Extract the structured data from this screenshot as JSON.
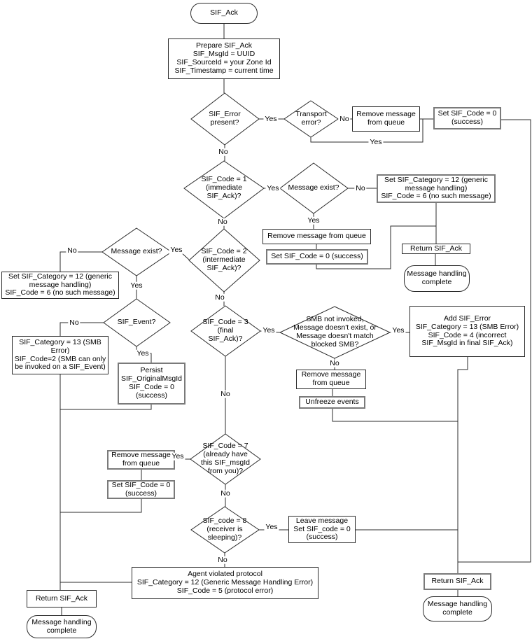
{
  "labels": {
    "yes": "Yes",
    "no": "No"
  },
  "nodes": {
    "start": {
      "label": "SIF_Ack"
    },
    "prepare": {
      "label": "Prepare SIF_Ack\nSIF_MsgId = UUID\nSIF_SourceId = your Zone Id\nSIF_Timestamp = current time"
    },
    "sif_error_present": {
      "label": "SIF_Error\npresent?"
    },
    "transport_error": {
      "label": "Transport\nerror?"
    },
    "remove_queue_top": {
      "label": "Remove message\nfrom queue"
    },
    "set_code0_top": {
      "label": "Set SIF_Code = 0\n(success)"
    },
    "code1": {
      "label": "SIF_Code = 1\n(immediate\nSIF_Ack)?"
    },
    "msg_exist_top": {
      "label": "Message exist?"
    },
    "set_cat12_right": {
      "label": "Set SIF_Category = 12 (generic\nmessage handling)\nSIF_Code = 6 (no such message)"
    },
    "remove_queue_mid": {
      "label": "Remove message from queue"
    },
    "set_code0_mid": {
      "label": "Set SIF_Code = 0 (success)"
    },
    "return_ack_mid": {
      "label": "Return SIF_Ack"
    },
    "complete_mid": {
      "label": "Message handling\ncomplete"
    },
    "code2": {
      "label": "SIF_Code = 2\n(intermediate\nSIF_Ack)?"
    },
    "msg_exist_left": {
      "label": "Message exist?"
    },
    "set_cat12_left": {
      "label": "Set SIF_Category = 12 (generic\nmessage handling)\nSIF_Code = 6 (no such message)"
    },
    "sif_event": {
      "label": "SIF_Event?"
    },
    "cat13_left": {
      "label": "SIF_Category = 13 (SMB\nError)\nSIF_Code=2 (SMB can only\nbe invoked on a SIF_Event)"
    },
    "persist": {
      "label": "Persist\nSIF_OriginalMsgId\nSIF_Code = 0\n(success)"
    },
    "code3": {
      "label": "SIF_Code = 3\n(final\nSIF_Ack)?"
    },
    "smb_check": {
      "label": "SMB not invoked,\nMessage doesn't exist, or\nMessage doesn't match\nblocked SMB?"
    },
    "add_sif_error": {
      "label": "Add SIF_Error\nSIF_Category = 13 (SMB Error)\nSIF_Code = 4 (incorrect\nSIF_MsgId in final SIF_Ack)"
    },
    "remove_queue_smb": {
      "label": "Remove message\nfrom queue"
    },
    "unfreeze": {
      "label": "Unfreeze events"
    },
    "code7": {
      "label": "SIF_Code = 7\n(already have\nthis SIF_msgId\nfrom you)?"
    },
    "remove_queue_left": {
      "label": "Remove message\nfrom queue"
    },
    "set_code0_left": {
      "label": "Set SIF_Code = 0\n(success)"
    },
    "code8": {
      "label": "SIF_code = 8\n(receiver is\nsleeping)?"
    },
    "leave_message": {
      "label": "Leave message\nSet SIF_code = 0\n(success)"
    },
    "agent_violated": {
      "label": "Agent violated protocol\nSIF_Category = 12 (Generic Message Handling Error)\nSIF_Code = 5 (protocol error)"
    },
    "return_ack_bl": {
      "label": "Return SIF_Ack"
    },
    "complete_bl": {
      "label": "Message handling\ncomplete"
    },
    "return_ack_br": {
      "label": "Return SIF_Ack"
    },
    "complete_br": {
      "label": "Message handling\ncomplete"
    }
  }
}
